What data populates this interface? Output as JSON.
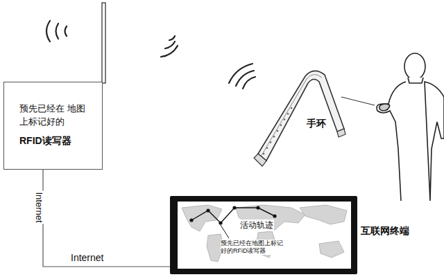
{
  "diagram": {
    "nodes": [
      {
        "text": [
          "预先已经在 地图上标记好的",
          "RFID读写器"
        ]
      },
      {
        "text": [
          "活动轨迹",
          "预先已经在地图上标记 好的RFiD读写器",
          "互联网终端"
        ]
      }
    ],
    "edges": [
      {
        "from": 0,
        "to": 1,
        "arrow": "none",
        "label": "Internet"
      }
    ],
    "labels": [
      "Internet",
      "手环"
    ]
  }
}
